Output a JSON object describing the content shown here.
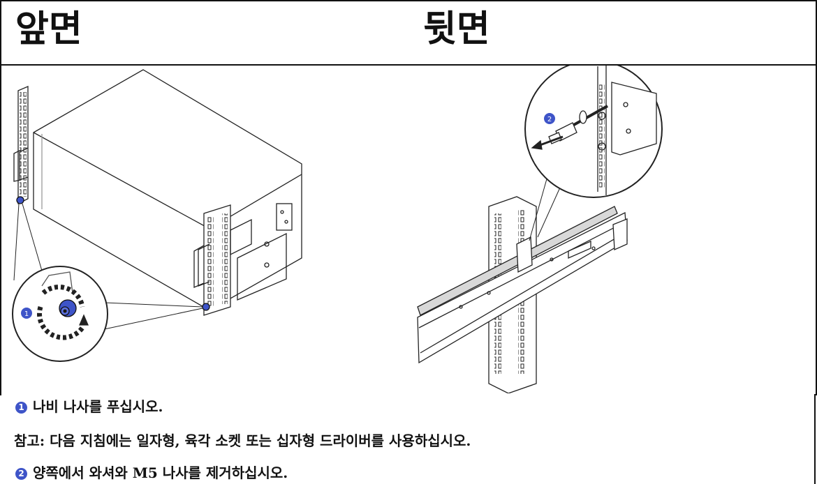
{
  "headers": {
    "front": "앞면",
    "back": "뒷면"
  },
  "callouts": {
    "front": "1",
    "back": "2"
  },
  "steps": [
    {
      "num": "1",
      "text": "나비 나사를 푸십시오."
    },
    {
      "num": "2",
      "text": "양쪽에서 와셔와 M5 나사를 제거하십시오."
    }
  ],
  "note": {
    "label": "참고:",
    "text": "다음 지침에는 일자형, 육각 소켓 또는 십자형 드라이버를 사용하십시오."
  },
  "colors": {
    "callout_blue": "#3e54c8",
    "line": "#222222",
    "rail_fill": "#d8d8d8"
  }
}
